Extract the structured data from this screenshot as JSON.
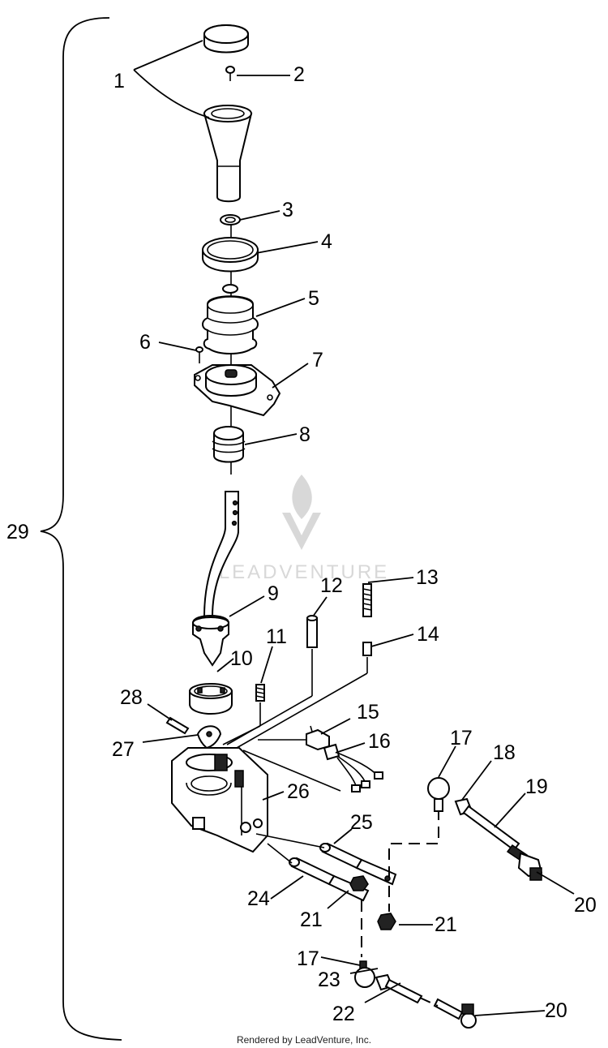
{
  "watermark": {
    "brand": "LEADVENTURE"
  },
  "footer": {
    "text": "Rendered by LeadVenture, Inc."
  },
  "callouts": {
    "c1": "1",
    "c2": "2",
    "c3": "3",
    "c4": "4",
    "c5": "5",
    "c6": "6",
    "c7": "7",
    "c8": "8",
    "c9": "9",
    "c10": "10",
    "c11": "11",
    "c12": "12",
    "c13": "13",
    "c14": "14",
    "c15": "15",
    "c16": "16",
    "c17a": "17",
    "c17b": "17",
    "c18": "18",
    "c19": "19",
    "c20a": "20",
    "c20b": "20",
    "c21a": "21",
    "c21b": "21",
    "c22": "22",
    "c23": "23",
    "c24": "24",
    "c25": "25",
    "c26": "26",
    "c27": "27",
    "c28": "28",
    "c29": "29"
  }
}
